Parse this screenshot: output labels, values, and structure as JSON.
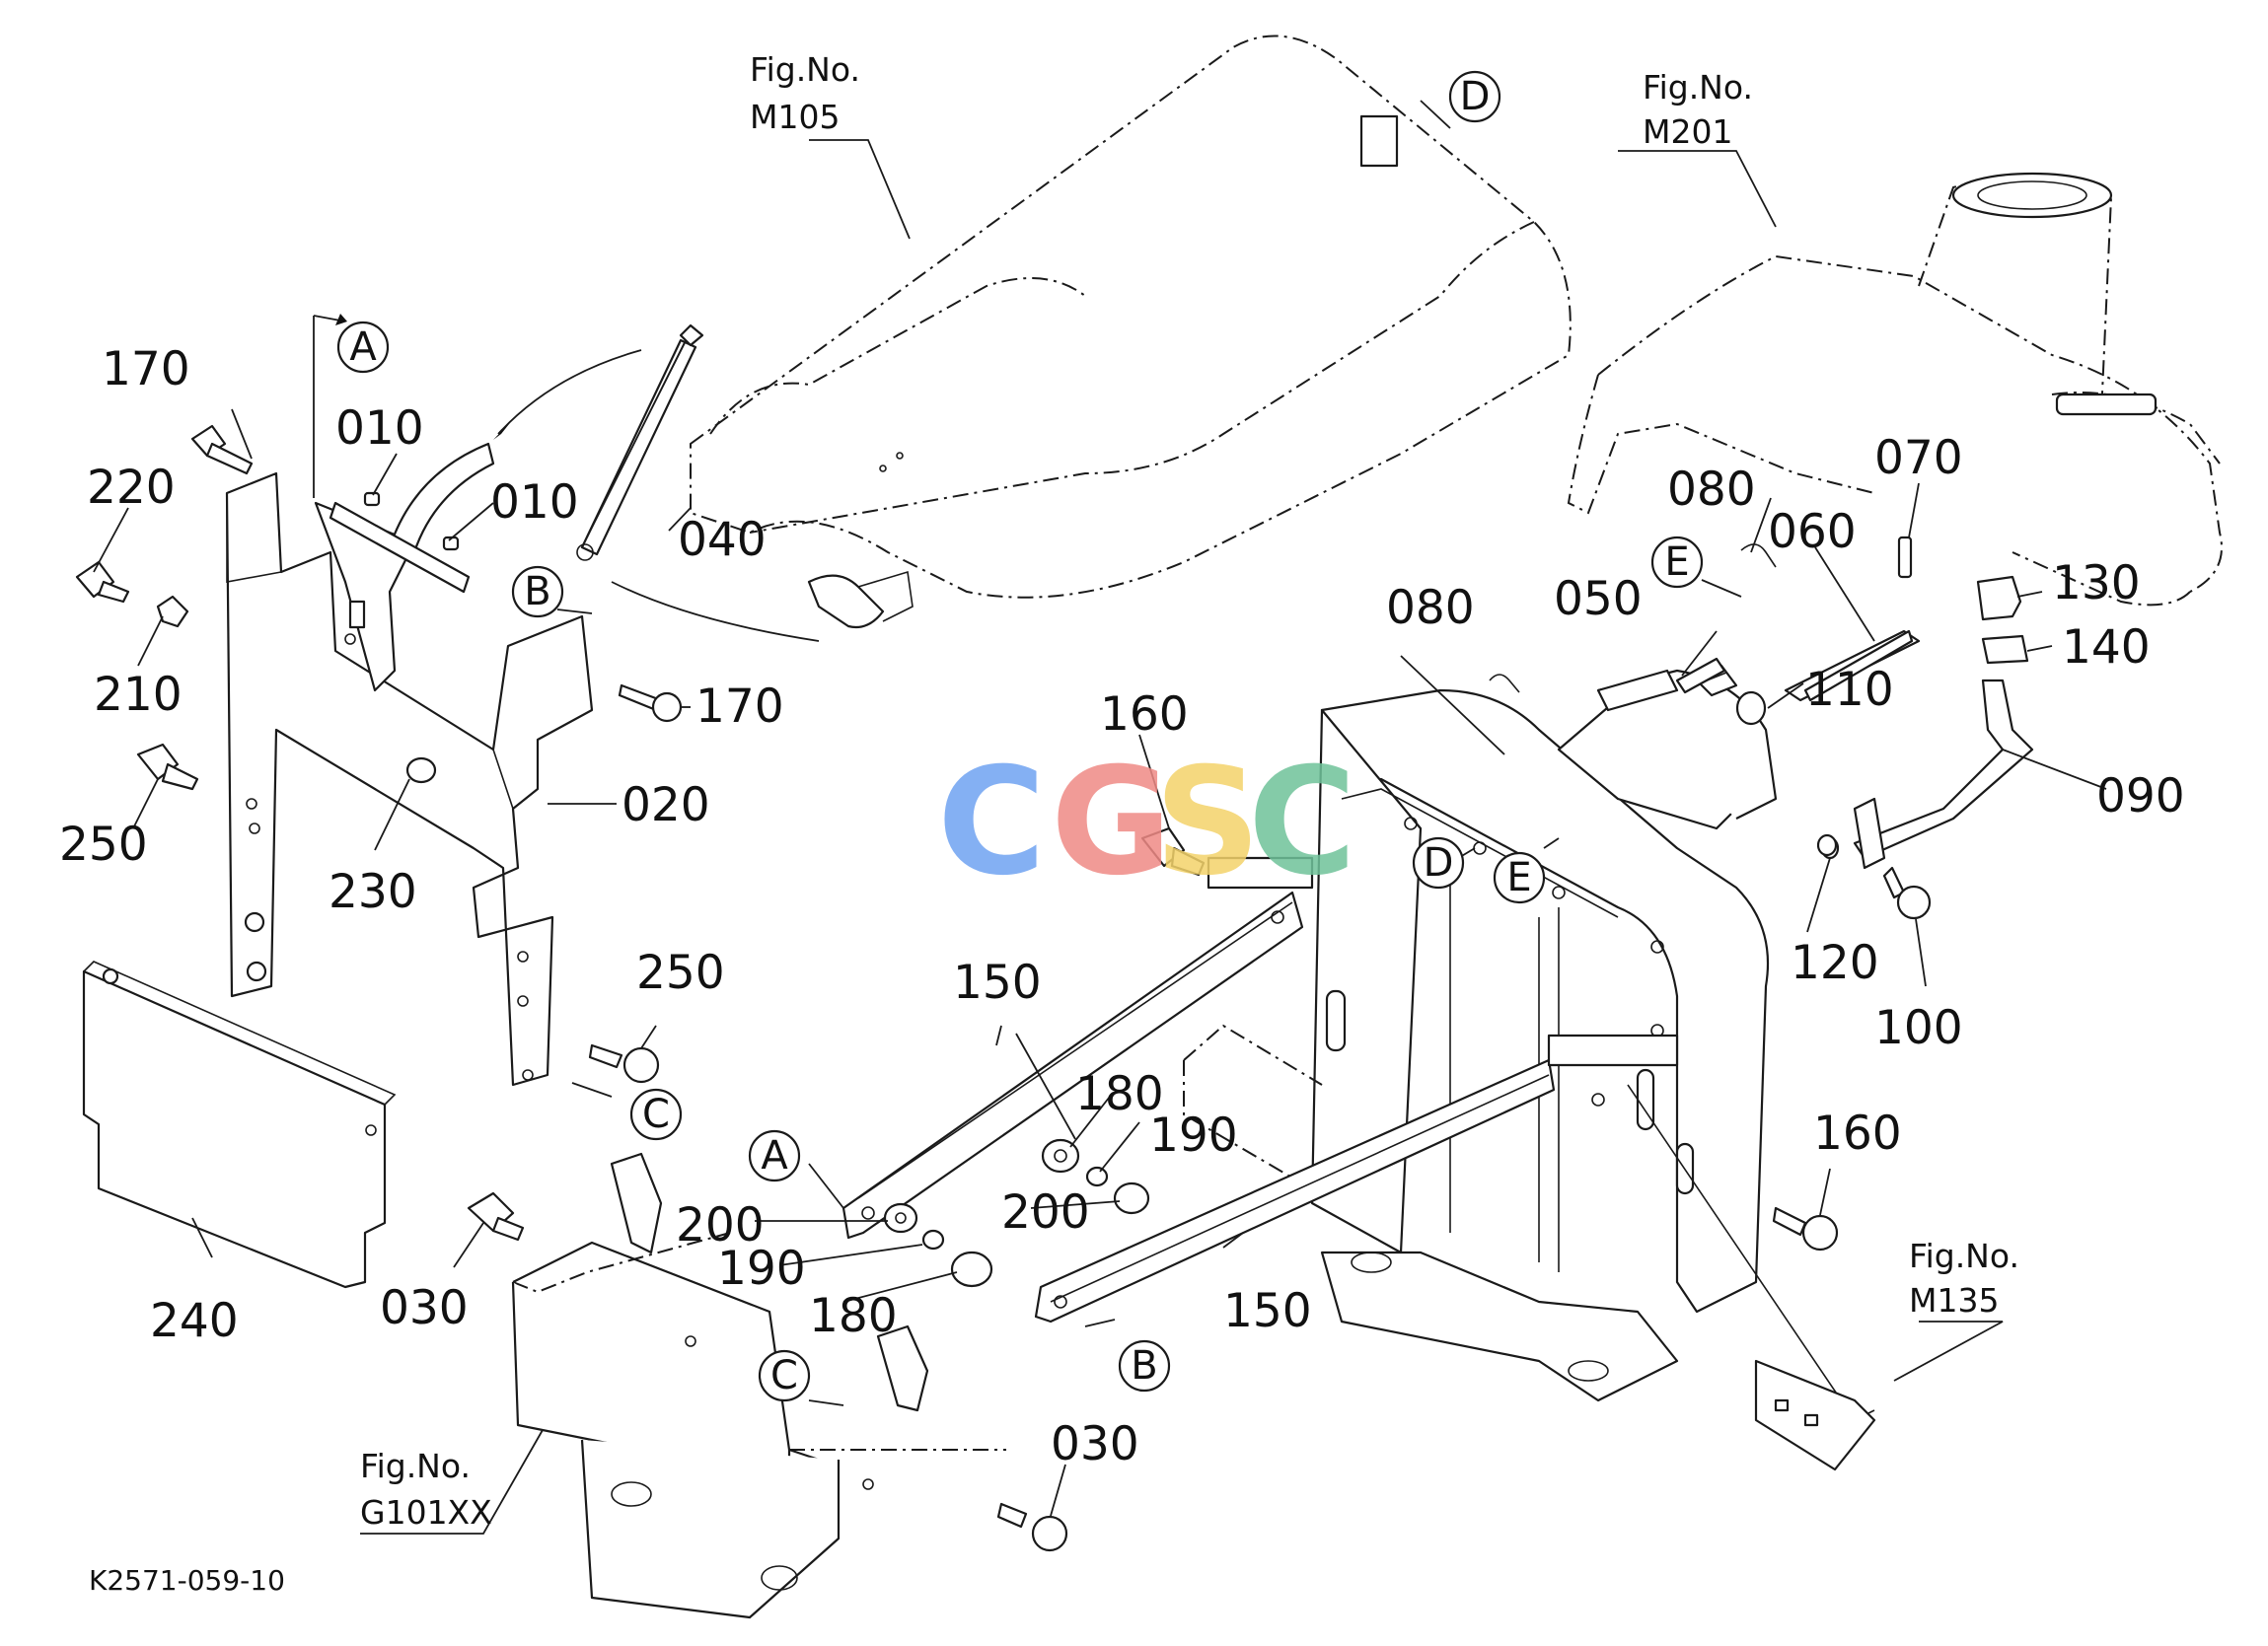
{
  "fig_refs": {
    "m105": {
      "line1": "Fig.No.",
      "line2": "M105"
    },
    "m201": {
      "line1": "Fig.No.",
      "line2": "M201"
    },
    "m135": {
      "line1": "Fig.No.",
      "line2": "M135"
    },
    "g101xx": {
      "line1": "Fig.No.",
      "line2": "G101XX"
    }
  },
  "drawing_code": "K2571-059-10",
  "watermark": {
    "letters": [
      "C",
      "G",
      "S",
      "C"
    ],
    "colors": [
      "#6fa3f2",
      "#ef8a85",
      "#f4d36a",
      "#6fc39a"
    ]
  },
  "parts": {
    "p010a": "010",
    "p010b": "010",
    "p020": "020",
    "p030a": "030",
    "p030b": "030",
    "p040": "040",
    "p050": "050",
    "p060": "060",
    "p070": "070",
    "p080a": "080",
    "p080b": "080",
    "p090": "090",
    "p100": "100",
    "p110": "110",
    "p120": "120",
    "p130": "130",
    "p140": "140",
    "p150a": "150",
    "p150b": "150",
    "p160a": "160",
    "p160b": "160",
    "p170a": "170",
    "p170b": "170",
    "p180a": "180",
    "p180b": "180",
    "p190a": "190",
    "p190b": "190",
    "p200a": "200",
    "p200b": "200",
    "p210": "210",
    "p220": "220",
    "p230": "230",
    "p240": "240",
    "p250a": "250",
    "p250b": "250"
  },
  "refs": {
    "a1": "A",
    "a2": "A",
    "b1": "B",
    "b2": "B",
    "c1": "C",
    "c2": "C",
    "d1": "D",
    "d2": "D",
    "e1": "E",
    "e2": "E"
  }
}
